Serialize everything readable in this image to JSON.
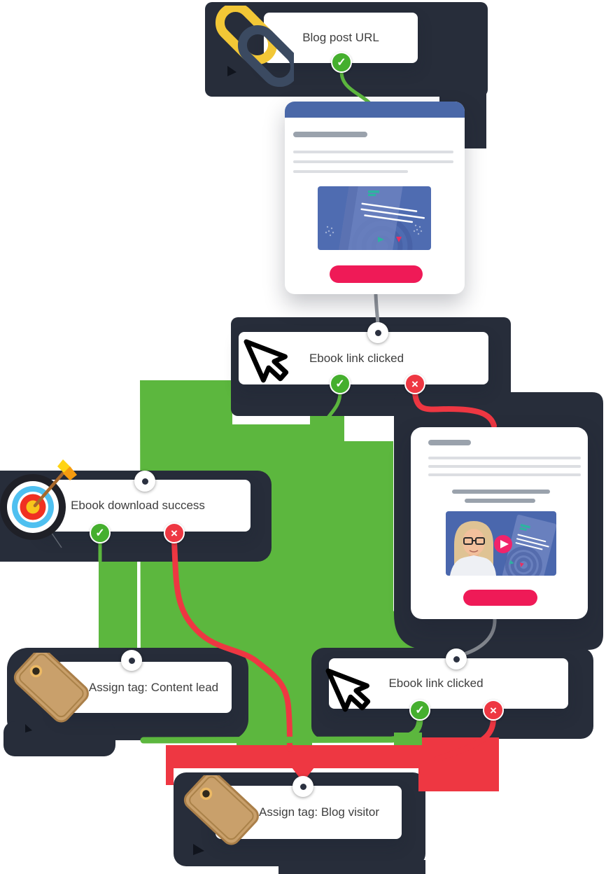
{
  "flow": {
    "nodes": [
      {
        "id": "blog-post-url",
        "label": "Blog post URL",
        "icon": "link-icon"
      },
      {
        "id": "ebook-link-clicked-1",
        "label": "Ebook link clicked",
        "icon": "cursor-icon"
      },
      {
        "id": "ebook-download-success",
        "label": "Ebook download success",
        "icon": "target-icon"
      },
      {
        "id": "assign-tag-content-lead",
        "label": "Assign tag: Content lead",
        "icon": "tag-icon"
      },
      {
        "id": "ebook-link-clicked-2",
        "label": "Ebook link clicked",
        "icon": "cursor-icon"
      },
      {
        "id": "assign-tag-blog-visitor",
        "label": "Assign tag: Blog visitor",
        "icon": "tag-icon"
      }
    ],
    "glyphs": {
      "yes": "✓",
      "no": "×"
    }
  },
  "colors": {
    "panel_dark": "#272d3a",
    "path_yes_green": "#5cb73e",
    "path_no_red": "#ee3742",
    "browser_header_blue": "#4a68a8",
    "page_image_blue": "#4f6cb1",
    "cta_pink": "#ef1a57",
    "tag_tan": "#c9a06b",
    "label_text": "#3e3e3e"
  }
}
